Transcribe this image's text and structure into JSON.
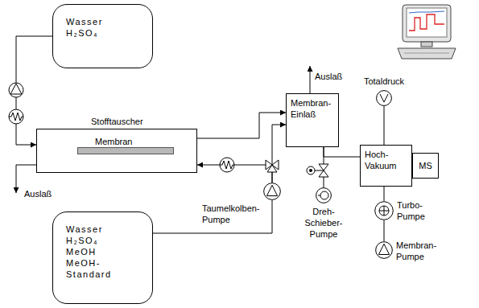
{
  "diagram": {
    "nodes": [
      {
        "text": [
          "Wasser",
          "H₂SO₄"
        ]
      },
      {
        "text": [
          "Stofftauscher"
        ]
      },
      {
        "text": [
          "Membran"
        ],
        "in": 1
      },
      {
        "text": [
          "Membran-Einlaß"
        ]
      },
      {
        "text": [
          "Totaldruck"
        ]
      },
      {
        "text": [
          "Hoch-Vakuum"
        ]
      },
      {
        "text": [
          "MS"
        ]
      },
      {
        "text": [
          "Taumelkolben-Pumpe"
        ]
      },
      {
        "text": [
          "Dreh-Schieber-Pumpe"
        ]
      },
      {
        "text": [
          "Turbo-Pumpe"
        ]
      },
      {
        "text": [
          "Membran-Pumpe"
        ]
      },
      {
        "text": [
          "Wasser",
          "H₂SO₄",
          "MeOH",
          "MeOH-Standard"
        ]
      }
    ],
    "edges": [
      {
        "from": 0,
        "to": 1,
        "arrow": "to"
      },
      {
        "from": 1,
        "to": 3,
        "arrow": "to"
      },
      {
        "from": 11,
        "to": 7,
        "arrow": "none"
      },
      {
        "from": 7,
        "to": 3,
        "arrow": "to"
      },
      {
        "from": 7,
        "to": 1,
        "arrow": "to"
      },
      {
        "from": 3,
        "to": 8,
        "arrow": "none"
      },
      {
        "from": 3,
        "to": 5,
        "arrow": "none"
      },
      {
        "from": 4,
        "to": 5,
        "arrow": "none"
      },
      {
        "from": 5,
        "to": 9,
        "arrow": "none"
      },
      {
        "from": 9,
        "to": 10,
        "arrow": "none"
      }
    ],
    "labels": [
      "Auslaß",
      "Auslaß"
    ]
  }
}
